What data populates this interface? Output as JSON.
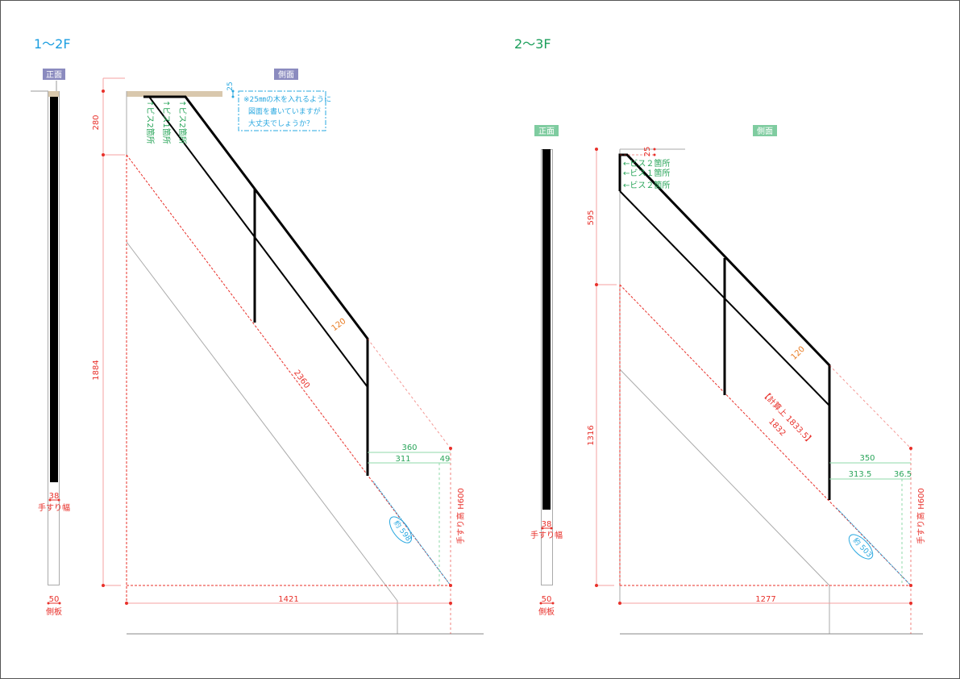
{
  "left": {
    "title": "1〜2F",
    "front_label": "正面",
    "side_label": "側面",
    "dim_top": "280",
    "dim_main": "1884",
    "dim_bottom": "1421",
    "dim_stair": "2360",
    "dim_120": "120",
    "dim_360": "360",
    "dim_311": "311",
    "dim_49": "49",
    "dim_approx": "約 598",
    "handrail_height": "手すり高 H600",
    "dim_25": "25",
    "width_38": "38",
    "handrail_width_label": "手すり幅",
    "width_50": "50",
    "side_board_label": "側板",
    "screw_notes": [
      "↑ビス2箇所",
      "↑ビス1箇所",
      "↑ビス2箇所"
    ],
    "note_lines": [
      "※25㎜の木を入れるように",
      "図面を書いていますが",
      "大丈夫でしょうか？"
    ]
  },
  "right": {
    "title": "2〜3F",
    "front_label": "正面",
    "side_label": "側面",
    "dim_top": "595",
    "dim_main": "1316",
    "dim_bottom": "1277",
    "dim_stair_calc": "【計算上 1833.5】",
    "dim_stair": "1832",
    "dim_120": "120",
    "dim_350": "350",
    "dim_313": "313.5",
    "dim_36": "36.5",
    "dim_approx": "約 503",
    "handrail_height": "手すり高 H600",
    "dim_25": "25",
    "width_38": "38",
    "handrail_width_label": "手すり幅",
    "width_50": "50",
    "side_board_label": "側板",
    "screw_notes": [
      "←ビス２箇所",
      "←ビス１箇所",
      "←ビス２箇所"
    ]
  },
  "colors": {
    "left_title": "#1a9de0",
    "right_title": "#1a9e5a",
    "left_tag": "#8b8bbf",
    "right_tag": "#7fcca0",
    "dimension": "#e8302a",
    "note": "#2aa8e0",
    "wood": "#d9c8ad"
  }
}
